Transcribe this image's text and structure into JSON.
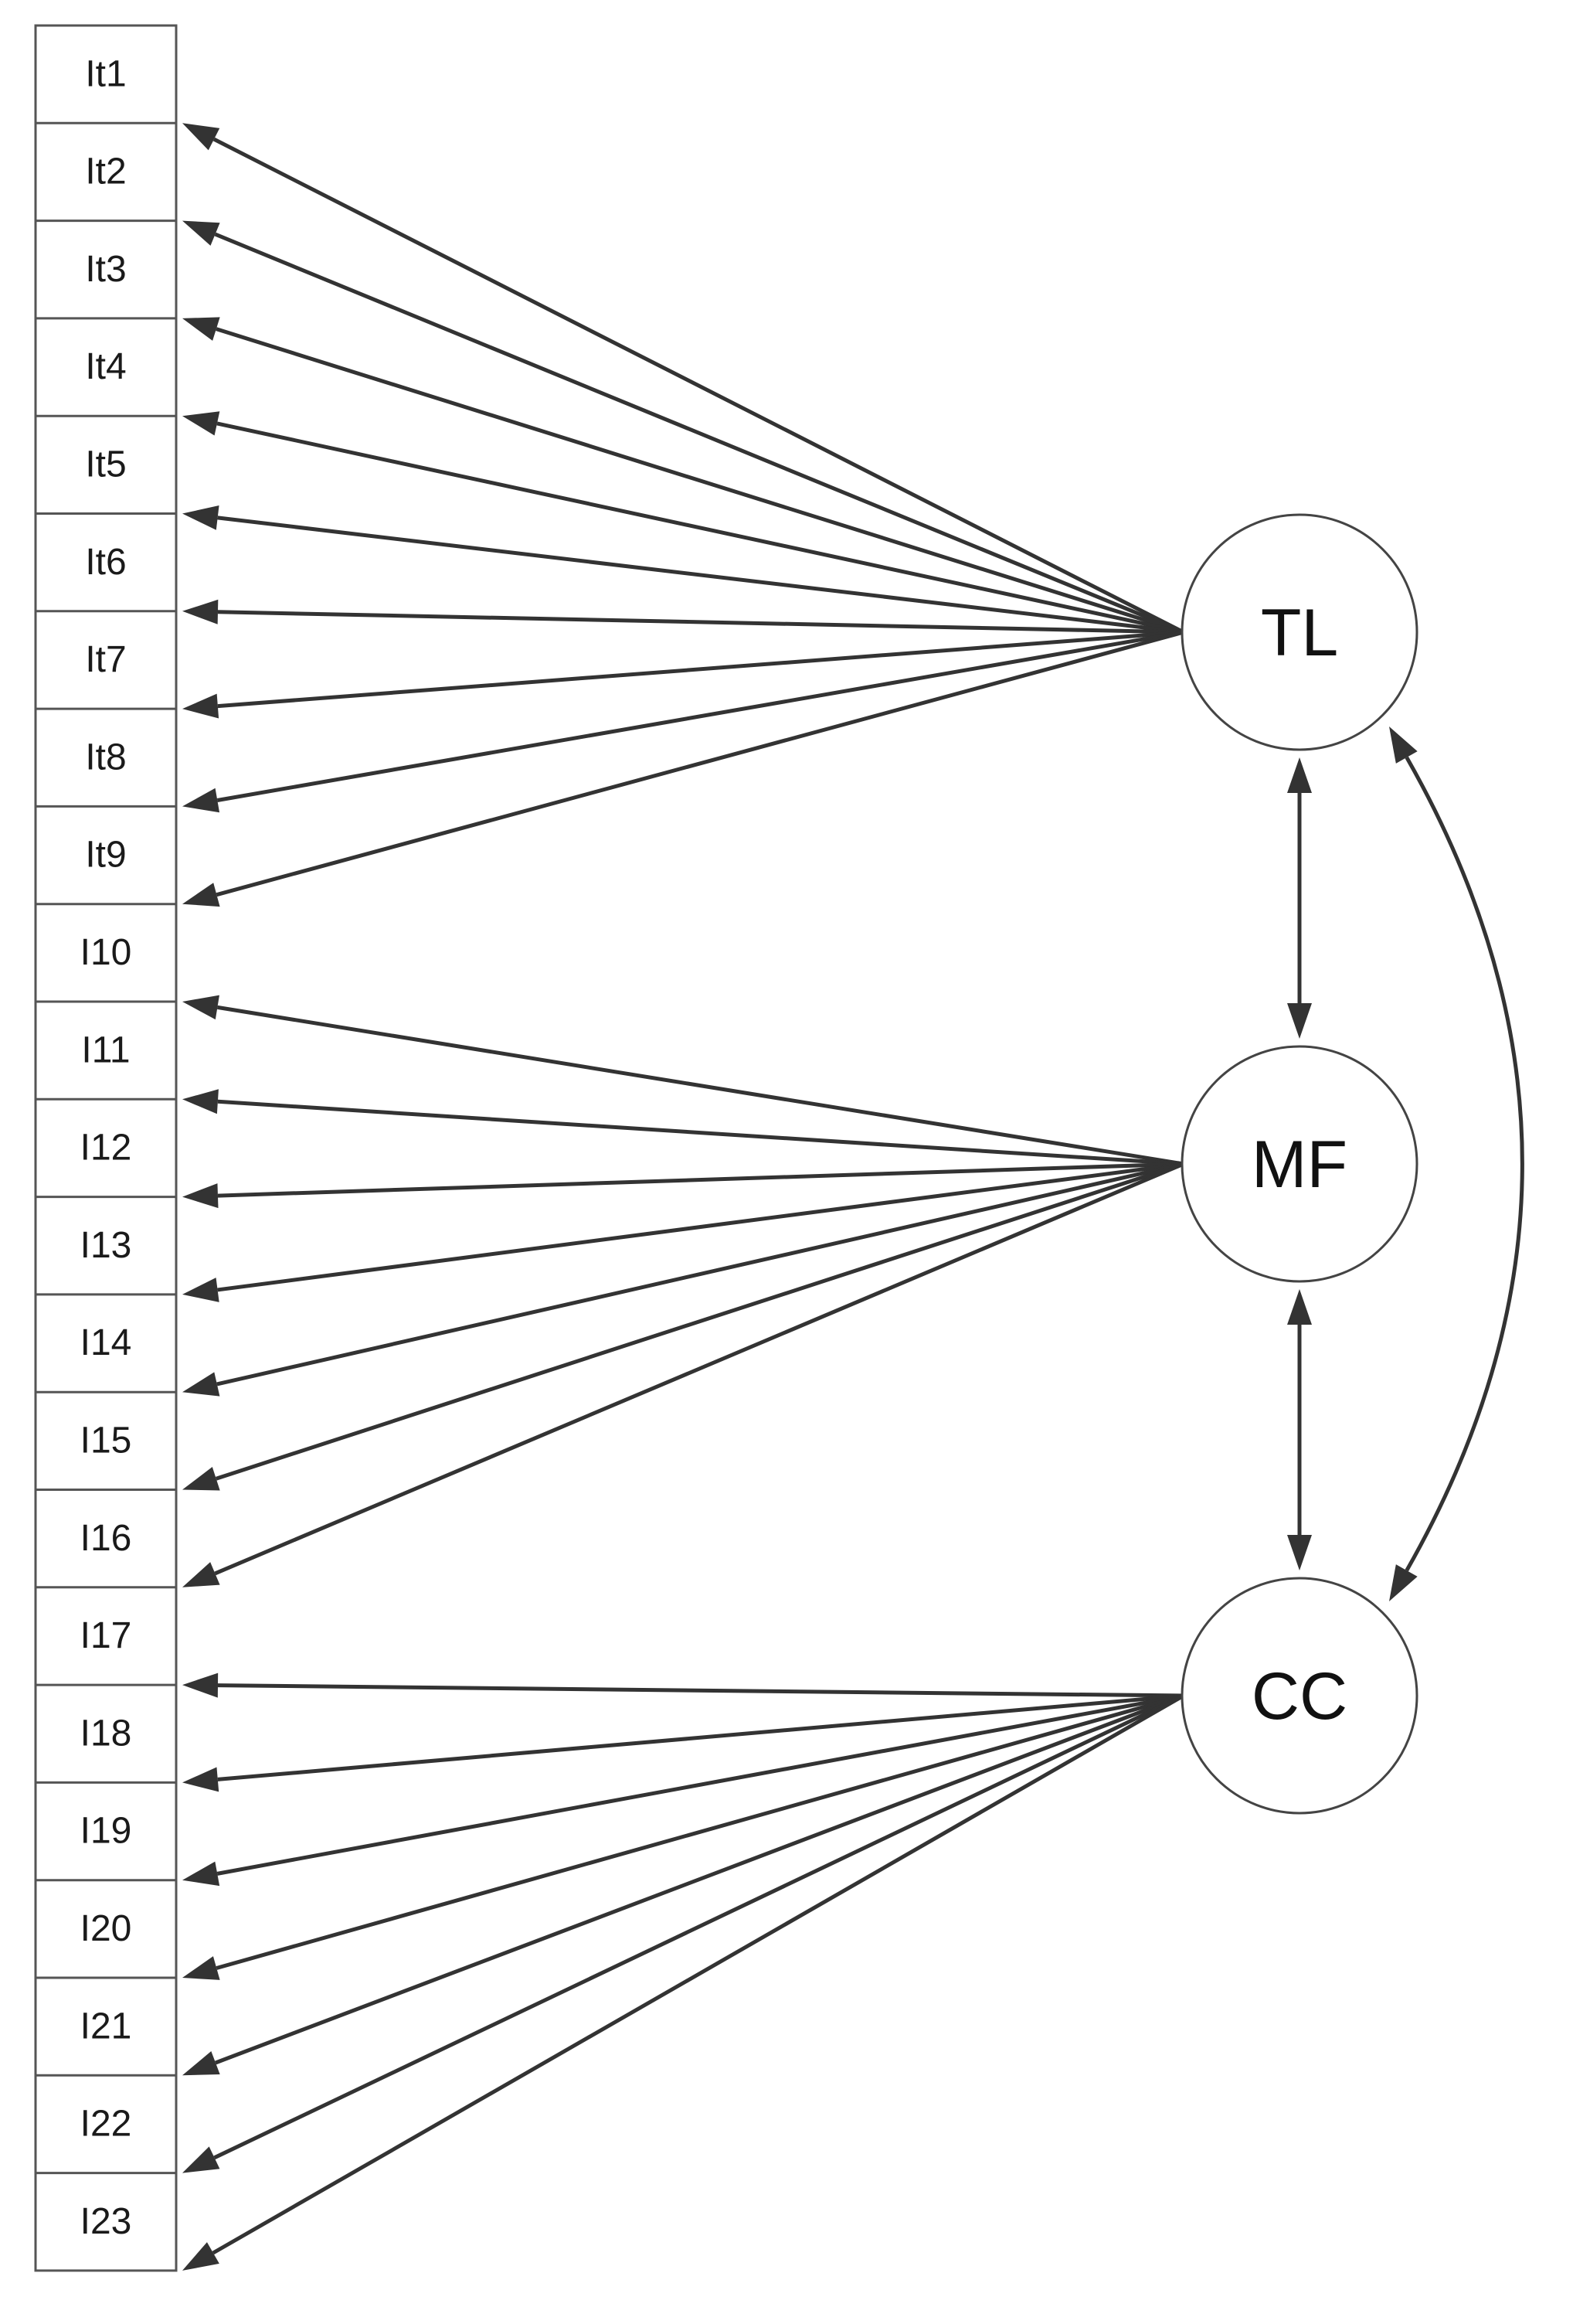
{
  "diagram": {
    "items": [
      "It1",
      "It2",
      "It3",
      "It4",
      "It5",
      "It6",
      "It7",
      "It8",
      "It9",
      "I10",
      "I11",
      "I12",
      "I13",
      "I14",
      "I15",
      "I16",
      "I17",
      "I18",
      "I19",
      "I20",
      "I21",
      "I22",
      "I23"
    ],
    "factors": [
      {
        "id": "TL",
        "label": "TL",
        "items": [
          "It1",
          "It2",
          "It3",
          "It4",
          "It5",
          "It6",
          "It7",
          "It8",
          "It9"
        ]
      },
      {
        "id": "MF",
        "label": "MF",
        "items": [
          "I10",
          "I11",
          "I12",
          "I13",
          "I14",
          "I15",
          "I16"
        ]
      },
      {
        "id": "CC",
        "label": "CC",
        "items": [
          "I17",
          "I18",
          "I19",
          "I20",
          "I21",
          "I22",
          "I23"
        ]
      }
    ],
    "correlations": [
      {
        "from": "TL",
        "to": "MF"
      },
      {
        "from": "MF",
        "to": "CC"
      },
      {
        "from": "TL",
        "to": "CC"
      }
    ],
    "colors": {
      "line": "#333333",
      "box_stroke": "#555555",
      "circle_stroke": "#444444",
      "background": "#ffffff"
    }
  }
}
